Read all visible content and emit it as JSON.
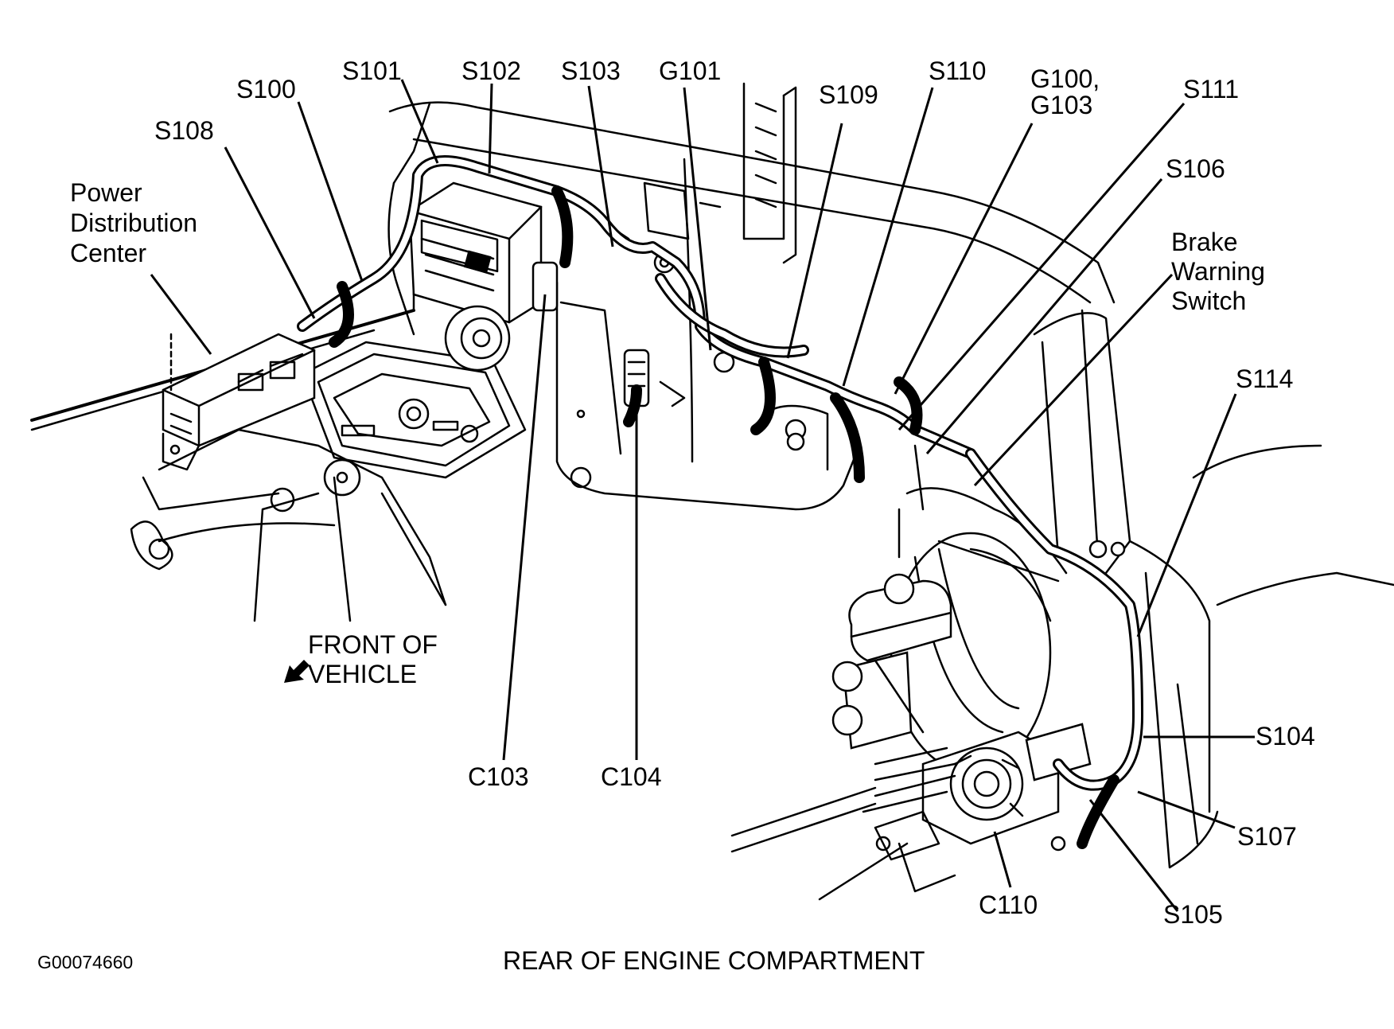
{
  "diagram_id": "G00074660",
  "title": "REAR OF ENGINE COMPARTMENT",
  "front_indicator": {
    "line1": "FRONT OF",
    "line2": "VEHICLE",
    "arrow_icon": "arrow-down-left-icon"
  },
  "callouts": {
    "s100": "S100",
    "s101": "S101",
    "s102": "S102",
    "s103": "S103",
    "g101": "G101",
    "s109": "S109",
    "s110": "S110",
    "g100_line1": "G100,",
    "g100_line2": "G103",
    "s111": "S111",
    "s106": "S106",
    "s108": "S108",
    "pdc_line1": "Power",
    "pdc_line2": "Distribution",
    "pdc_line3": "Center",
    "brake_line1": "Brake",
    "brake_line2": "Warning",
    "brake_line3": "Switch",
    "s114": "S114",
    "s104": "S104",
    "s107": "S107",
    "s105": "S105",
    "c110": "C110",
    "c103": "C103",
    "c104": "C104"
  }
}
